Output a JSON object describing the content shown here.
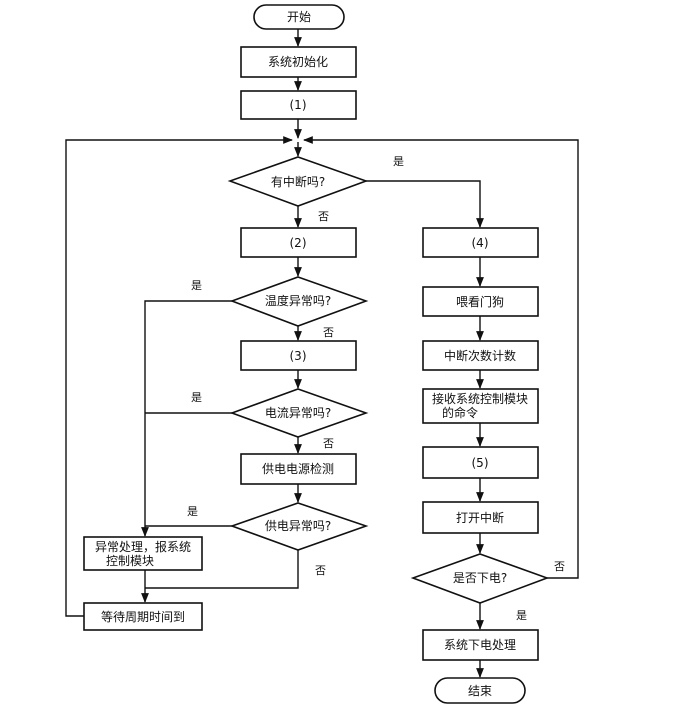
{
  "flowchart": {
    "nodes": {
      "start": "开始",
      "init": "系统初始化",
      "step1": "(1)",
      "has_interrupt": "有中断吗?",
      "step2": "(2)",
      "temp_abnormal": "温度异常吗?",
      "step3": "(3)",
      "current_abnormal": "电流异常吗?",
      "power_check": "供电电源检测",
      "power_abnormal": "供电异常吗?",
      "exception_line1": "异常处理，报系统",
      "exception_line2": "控制模块",
      "wait": "等待周期时间到",
      "step4": "(4)",
      "feed_dog": "喂看门狗",
      "int_count": "中断次数计数",
      "recv_line1": "接收系统控制模块",
      "recv_line2": "的命令",
      "step5": "(5)",
      "open_int": "打开中断",
      "power_down_q": "是否下电?",
      "power_down_proc": "系统下电处理",
      "end": "结束"
    },
    "edges": {
      "yes": "是",
      "no": "否"
    }
  }
}
